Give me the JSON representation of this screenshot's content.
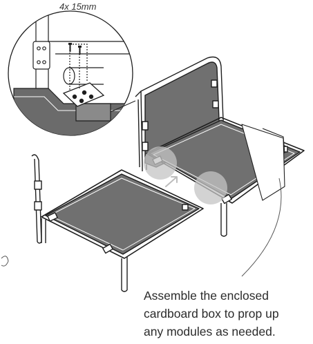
{
  "detail": {
    "screw_label": "4x 15mm"
  },
  "callout": {
    "lines": [
      "Assemble the enclosed",
      "cardboard box to prop up",
      "any modules as needed."
    ]
  },
  "colors": {
    "panel_fill": "#6b6b6b",
    "seat_fill": "#707070",
    "frame_stroke": "#1e1e1e",
    "highlight_disc": "#c4c4c4",
    "arrow": "#bdbdbd"
  }
}
